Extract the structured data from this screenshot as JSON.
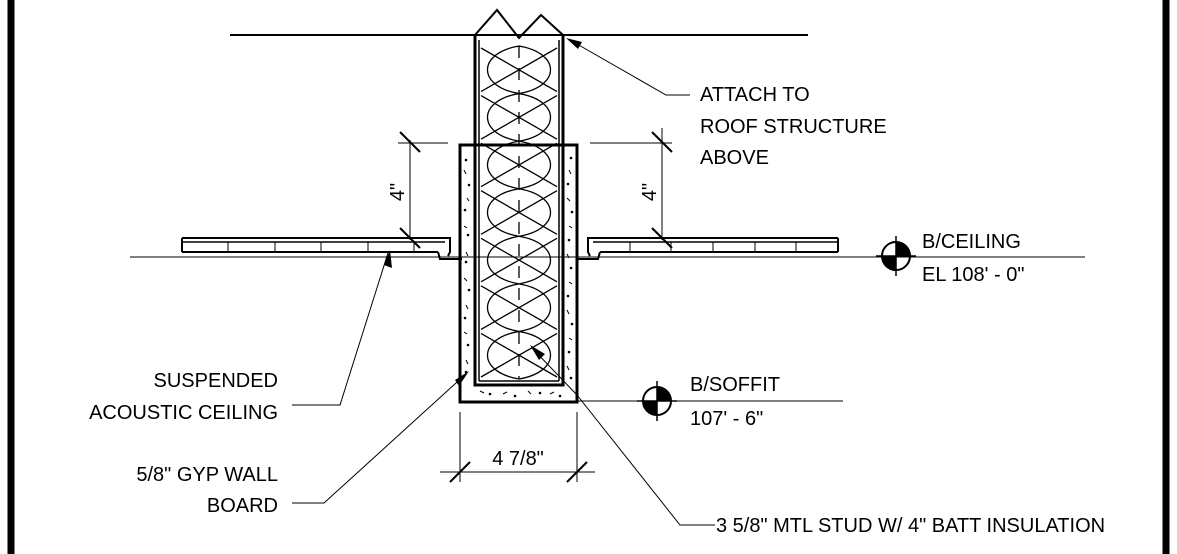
{
  "annotations": {
    "attach_line1": "ATTACH TO",
    "attach_line2": "ROOF STRUCTURE",
    "attach_line3": "ABOVE",
    "ceiling_label_line1": "SUSPENDED",
    "ceiling_label_line2": "ACOUSTIC CEILING",
    "gyp_label_line1": "5/8\" GYP WALL",
    "gyp_label_line2": "BOARD",
    "stud_label": "3 5/8\" MTL STUD W/ 4\" BATT INSULATION"
  },
  "dimensions": {
    "left_height": "4\"",
    "right_height": "4\"",
    "wall_width": "4 7/8\""
  },
  "elevations": {
    "ceiling_name": "B/CEILING",
    "ceiling_value": "EL  108' - 0\"",
    "soffit_name": "B/SOFFIT",
    "soffit_value": "107' - 6\""
  },
  "colors": {
    "line": "#000000",
    "background": "#ffffff"
  }
}
